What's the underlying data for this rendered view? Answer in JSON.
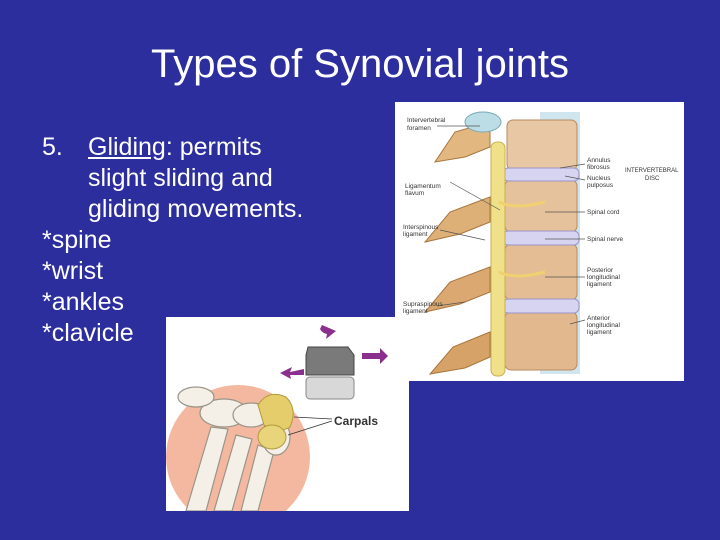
{
  "slide": {
    "title": "Types of Synovial joints",
    "item_number": "5.",
    "term": "Gliding",
    "definition_line1": ": permits",
    "definition_line2": "slight sliding and",
    "definition_line3": "gliding movements.",
    "examples": [
      "*spine",
      "*wrist",
      "*ankles",
      "*clavicle"
    ]
  },
  "spine_figure": {
    "labels": {
      "intervertebral_foramen_1": "Intervertebral",
      "intervertebral_foramen_2": "foramen",
      "annulus_1": "Annulus",
      "annulus_2": "fibrosus",
      "nucleus_1": "Nucleus",
      "nucleus_2": "pulposus",
      "disc_1": "INTERVERTEBRAL",
      "disc_2": "DISC",
      "flavum_1": "Ligamentum",
      "flavum_2": "flavum",
      "spinal_cord": "Spinal cord",
      "interspinous_1": "Interspinous",
      "interspinous_2": "ligament",
      "spinal_nerve": "Spinal nerve",
      "posterior_1": "Posterior",
      "posterior_2": "longitudinal",
      "posterior_3": "ligament",
      "supraspinous_1": "Supraspinous",
      "supraspinous_2": "ligament",
      "anterior_1": "Anterior",
      "anterior_2": "longitudinal",
      "anterior_3": "ligament"
    }
  },
  "wrist_figure": {
    "label": "Carpals"
  },
  "colors": {
    "background": "#2d2e9e",
    "text": "#ffffff",
    "arrow": "#8b2f8f"
  }
}
